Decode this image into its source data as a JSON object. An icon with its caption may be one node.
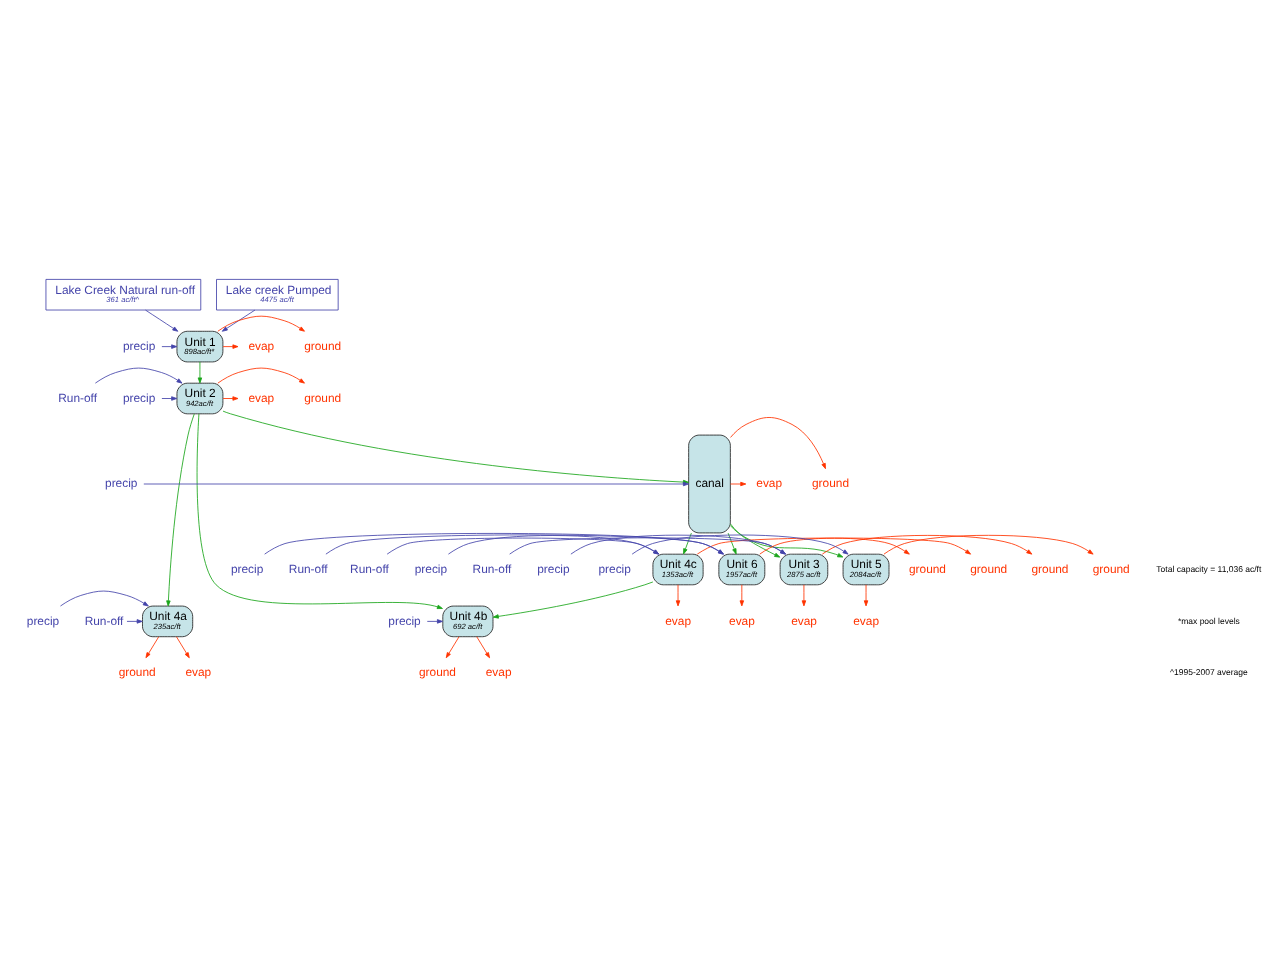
{
  "diagram": {
    "nodes": [
      {
        "text": [
          "Lake Creek Natural run-off",
          "361 ac/ft^"
        ]
      },
      {
        "text": [
          "Lake creek Pumped",
          "4475 ac/ft"
        ]
      },
      {
        "text": [
          "Unit 1",
          "898ac/ft*"
        ]
      },
      {
        "text": [
          "ground"
        ]
      },
      {
        "text": [
          "evap"
        ]
      },
      {
        "text": [
          "precip"
        ]
      },
      {
        "text": [
          "Unit 2",
          "942ac/ft"
        ]
      },
      {
        "text": [
          "ground"
        ]
      },
      {
        "text": [
          "evap"
        ]
      },
      {
        "text": [
          "Run-off"
        ]
      },
      {
        "text": [
          "precip"
        ]
      },
      {
        "text": [
          "Unit 4a",
          "235ac/ft"
        ]
      },
      {
        "text": [
          "precip"
        ]
      },
      {
        "text": [
          "Run-off"
        ]
      },
      {
        "text": [
          "ground"
        ]
      },
      {
        "text": [
          "evap"
        ]
      },
      {
        "text": [
          "Unit 4b",
          "692 ac/ft"
        ]
      },
      {
        "text": [
          "precip"
        ]
      },
      {
        "text": [
          "ground"
        ]
      },
      {
        "text": [
          "evap"
        ]
      },
      {
        "text": [
          "canal"
        ]
      },
      {
        "text": [
          "precip"
        ]
      },
      {
        "text": [
          "ground"
        ]
      },
      {
        "text": [
          "evap"
        ]
      },
      {
        "text": [
          "Unit 4c",
          "1353ac/ft"
        ]
      },
      {
        "text": [
          "precip"
        ]
      },
      {
        "text": [
          "ground"
        ]
      },
      {
        "text": [
          "Run-off"
        ]
      },
      {
        "text": [
          "evap"
        ]
      },
      {
        "text": [
          "Unit 3",
          "2875 ac/ft"
        ]
      },
      {
        "text": [
          "precip"
        ]
      },
      {
        "text": [
          "ground"
        ]
      },
      {
        "text": [
          "Run-off"
        ]
      },
      {
        "text": [
          "evap"
        ]
      },
      {
        "text": [
          "Unit 6",
          "1957ac/ft"
        ]
      },
      {
        "text": [
          "precip"
        ]
      },
      {
        "text": [
          "Run-off"
        ]
      },
      {
        "text": [
          "ground"
        ]
      },
      {
        "text": [
          "evap"
        ]
      },
      {
        "text": [
          "Unit 5",
          "2084ac/ft"
        ]
      },
      {
        "text": [
          "precip"
        ]
      },
      {
        "text": [
          "ground"
        ]
      },
      {
        "text": [
          "evap"
        ]
      }
    ],
    "edges": [
      {
        "from": 0,
        "to": 2,
        "arrow": "to",
        "color": "#4444aa"
      },
      {
        "from": 1,
        "to": 2,
        "arrow": "to",
        "color": "#4444aa"
      },
      {
        "from": 2,
        "to": 3,
        "arrow": "to"
      },
      {
        "from": 2,
        "to": 4,
        "arrow": "to"
      },
      {
        "from": 5,
        "to": 2,
        "arrow": "to",
        "color": "#4444aa"
      },
      {
        "from": 2,
        "to": 6,
        "arrow": "to",
        "color": "#1aa51a"
      },
      {
        "from": 6,
        "to": 7,
        "arrow": "to"
      },
      {
        "from": 6,
        "to": 8,
        "arrow": "to"
      },
      {
        "from": 9,
        "to": 6,
        "arrow": "to",
        "color": "#4444aa"
      },
      {
        "from": 10,
        "to": 6,
        "arrow": "to",
        "color": "#4444aa"
      },
      {
        "from": 6,
        "to": 11,
        "arrow": "to",
        "color": "#1aa51a"
      },
      {
        "from": 6,
        "to": 16,
        "arrow": "to",
        "color": "#1aa51a"
      },
      {
        "from": 6,
        "to": 20,
        "arrow": "to",
        "color": "#1aa51a"
      },
      {
        "from": 12,
        "to": 11,
        "arrow": "to",
        "color": "#4444aa"
      },
      {
        "from": 13,
        "to": 11,
        "arrow": "to",
        "color": "#4444aa"
      },
      {
        "from": 11,
        "to": 14,
        "arrow": "to"
      },
      {
        "from": 11,
        "to": 15,
        "arrow": "to"
      },
      {
        "from": 17,
        "to": 16,
        "arrow": "to",
        "color": "#4444aa"
      },
      {
        "from": 16,
        "to": 18,
        "arrow": "to"
      },
      {
        "from": 16,
        "to": 19,
        "arrow": "to"
      },
      {
        "from": 21,
        "to": 20,
        "arrow": "to",
        "color": "#4444aa"
      },
      {
        "from": 20,
        "to": 22,
        "arrow": "to"
      },
      {
        "from": 20,
        "to": 23,
        "arrow": "to"
      },
      {
        "from": 24,
        "to": 16,
        "arrow": "to",
        "color": "#1aa51a"
      },
      {
        "from": 20,
        "to": 24,
        "arrow": "to",
        "color": "#1aa51a"
      },
      {
        "from": 20,
        "to": 29,
        "arrow": "to",
        "color": "#1aa51a"
      },
      {
        "from": 25,
        "to": 24,
        "arrow": "to",
        "color": "#4444aa"
      },
      {
        "from": 24,
        "to": 26,
        "arrow": "to"
      },
      {
        "from": 27,
        "to": 24,
        "arrow": "to",
        "color": "#4444aa"
      },
      {
        "from": 24,
        "to": 28,
        "arrow": "to"
      },
      {
        "from": 30,
        "to": 29,
        "arrow": "to",
        "color": "#4444aa"
      },
      {
        "from": 29,
        "to": 31,
        "arrow": "to"
      },
      {
        "from": 32,
        "to": 29,
        "arrow": "to",
        "color": "#4444aa"
      },
      {
        "from": 29,
        "to": 33,
        "arrow": "to"
      },
      {
        "from": 20,
        "to": 34,
        "arrow": "to",
        "color": "#1aa51a"
      },
      {
        "from": 20,
        "to": 39,
        "arrow": "to",
        "color": "#1aa51a"
      },
      {
        "from": 35,
        "to": 34,
        "arrow": "to",
        "color": "#4444aa"
      },
      {
        "from": 36,
        "to": 34,
        "arrow": "to",
        "color": "#4444aa"
      },
      {
        "from": 34,
        "to": 37,
        "arrow": "to"
      },
      {
        "from": 34,
        "to": 38,
        "arrow": "to"
      },
      {
        "from": 40,
        "to": 39,
        "arrow": "to",
        "color": "#4444aa"
      },
      {
        "from": 39,
        "to": 41,
        "arrow": "to"
      },
      {
        "from": 39,
        "to": 42,
        "arrow": "to"
      }
    ],
    "labels": [
      "Total capacity = 11,036 ac/ft",
      "*max pool levels",
      "^1995-2007 average"
    ]
  }
}
